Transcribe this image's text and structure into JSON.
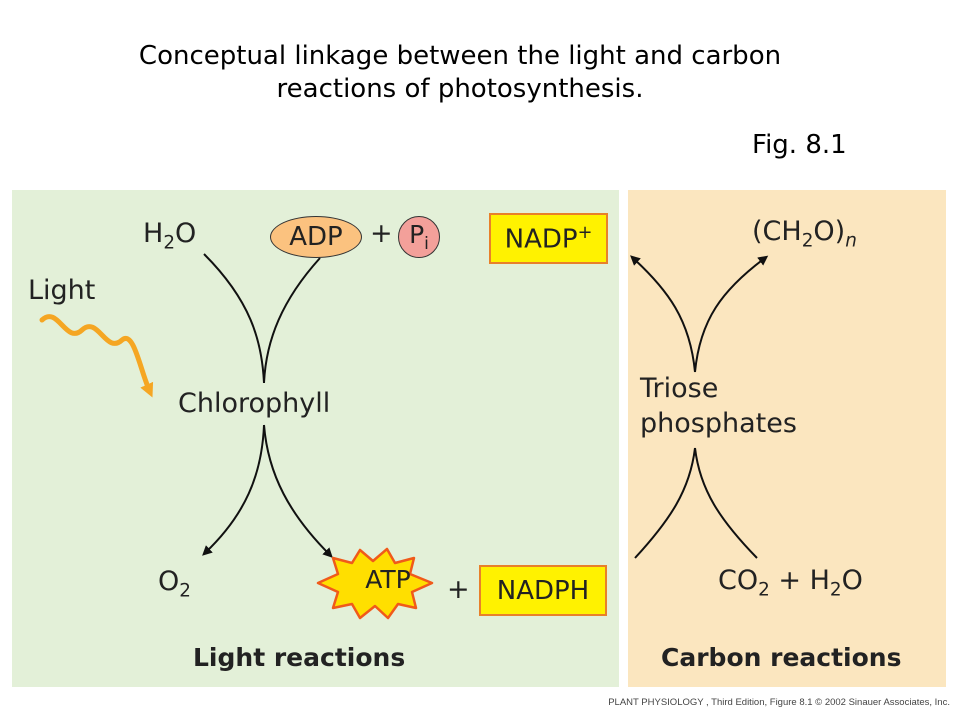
{
  "title": {
    "line1": "Conceptual linkage between the light and carbon",
    "line2": "reactions of photosynthesis."
  },
  "figure_label": "Fig. 8.1",
  "light_panel": {
    "h2o_prefix": "H",
    "h2o_sub": "2",
    "h2o_suffix": "O",
    "adp": "ADP",
    "plus1": "+",
    "pi_main": "P",
    "pi_sub": "i",
    "nadp_main": "NADP",
    "nadp_sup": "+",
    "light": "Light",
    "chlorophyll": "Chlorophyll",
    "o2_main": "O",
    "o2_sub": "2",
    "atp": "ATP",
    "plus2": "+",
    "nadph": "NADPH",
    "section_label": "Light reactions"
  },
  "carbon_panel": {
    "product_open": "(CH",
    "product_sub": "2",
    "product_close": "O)",
    "product_n": "n",
    "triose_line1": "Triose",
    "triose_line2": "phosphates",
    "co2_main": "CO",
    "co2_sub": "2",
    "co2_plus": " + H",
    "h2o_sub": "2",
    "h2o_suffix": "O",
    "section_label": "Carbon reactions"
  },
  "footer": "PLANT PHYSIOLOGY , Third Edition, Figure 8.1  © 2002 Sinauer Associates, Inc.",
  "colors": {
    "light_panel_bg": "#e3f0d8",
    "carbon_panel_bg": "#fbe6bf",
    "adp_fill": "#fbc27f",
    "pi_fill": "#f3a09a",
    "nadp_box_fill": "#fff200",
    "nadp_box_border": "#e8802a",
    "atp_star_fill": "#ffdf00",
    "atp_star_border": "#f05a1a",
    "light_wave": "#f5a623"
  }
}
